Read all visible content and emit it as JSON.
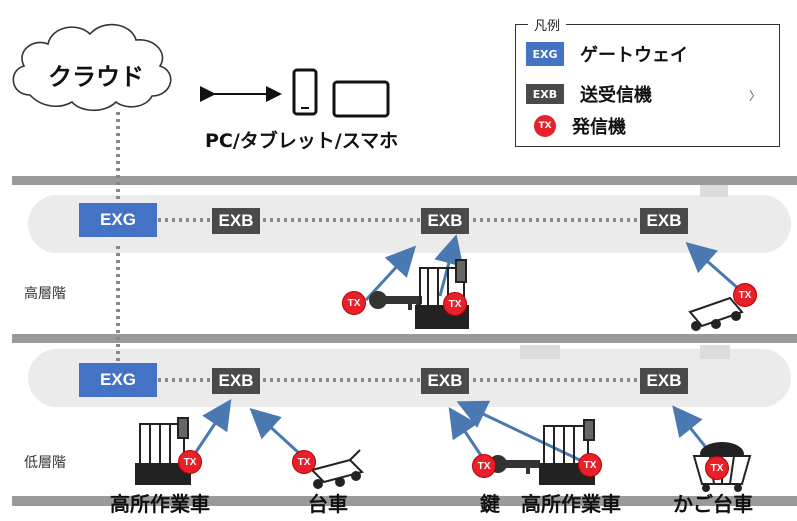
{
  "cloud": {
    "label": "クラウド"
  },
  "devices": {
    "label": "PC/タブレット/スマホ"
  },
  "legend": {
    "title": "凡例",
    "items": [
      {
        "badge": "EXG",
        "label": "ゲートウェイ"
      },
      {
        "badge": "EXB",
        "label": "送受信機"
      },
      {
        "badge": "TX",
        "label": "発信機"
      }
    ]
  },
  "floors": {
    "upper": {
      "label": "高層階",
      "gateway": "EXG",
      "receivers": [
        "EXB",
        "EXB",
        "EXB"
      ],
      "transmitters": [
        "TX",
        "TX",
        "TX"
      ]
    },
    "lower": {
      "label": "低層階",
      "gateway": "EXG",
      "receivers": [
        "EXB",
        "EXB",
        "EXB"
      ],
      "transmitters": [
        "TX",
        "TX",
        "TX",
        "TX",
        "TX"
      ]
    }
  },
  "captions": [
    "高所作業車",
    "台車",
    "鍵",
    "高所作業車",
    "かご台車"
  ],
  "colors": {
    "gateway": "#4472c4",
    "receiver": "#4a4a4a",
    "transmitter": "#e8202a",
    "arrow": "#4a78b0",
    "floor_band": "#ebebeb",
    "floor_rail": "#9a9a9a"
  },
  "icons": [
    "cloud-icon",
    "double-arrow-icon",
    "smartphone-icon",
    "tablet-icon",
    "key-icon",
    "aerial-work-platform-icon",
    "hand-cart-icon",
    "cage-cart-icon"
  ]
}
